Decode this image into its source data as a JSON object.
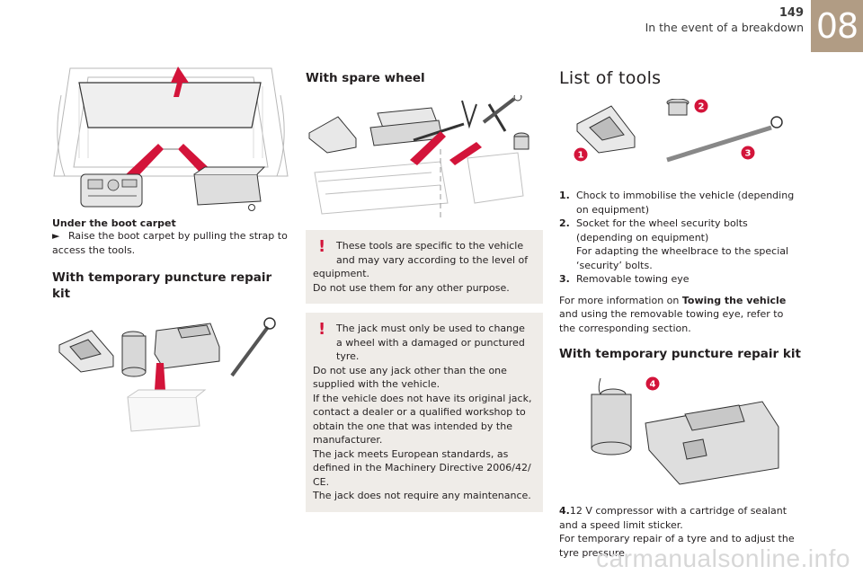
{
  "header": {
    "page_number": "149",
    "section_title": "In the event of a breakdown",
    "chapter": "08"
  },
  "column1": {
    "caption_heading": "Under the boot carpet",
    "step_bullet": "►",
    "step_text": "Raise the boot carpet by pulling the strap to access the tools.",
    "heading_puncture": "With temporary puncture repair kit"
  },
  "column2": {
    "heading_spare": "With spare wheel",
    "note1": {
      "first": "These tools are specific to the vehicle and may vary according to the level of",
      "rest": "equipment.\nDo not use them for any other purpose."
    },
    "note2": {
      "first": "The jack must only be used to change a wheel with a damaged or punctured tyre.",
      "rest": "Do not use any jack other than the one supplied with the vehicle.\nIf the vehicle does not have its original jack, contact a dealer or a qualified workshop to obtain the one that was intended by the manufacturer.\nThe jack meets European standards, as defined in the Machinery Directive 2006/42/ CE.\nThe jack does not require any maintenance."
    }
  },
  "column3": {
    "title": "List of tools",
    "badges": [
      "1",
      "2",
      "3",
      "4"
    ],
    "items": [
      {
        "num": "1.",
        "text": "Chock to immobilise the vehicle (depending on equipment)"
      },
      {
        "num": "2.",
        "text": "Socket for the wheel security bolts (depending on equipment)\nFor adapting the wheelbrace to the special ‘security’ bolts."
      },
      {
        "num": "3.",
        "text": "Removable towing eye"
      }
    ],
    "info_prefix": "For more information on ",
    "info_link": "Towing the vehicle",
    "info_suffix": " and using the removable towing eye, refer to the corresponding section.",
    "heading_puncture": "With temporary puncture repair kit",
    "compressor_num": "4.",
    "compressor_text": "12 V compressor with a cartridge of sealant and a speed limit sticker.\nFor temporary repair of a tyre and to adjust the tyre pressure."
  },
  "watermark": "carmanualsonline.info",
  "colors": {
    "accent_red": "#d3143a",
    "chapter_tab": "#b19c84",
    "note_bg": "#efece8"
  }
}
